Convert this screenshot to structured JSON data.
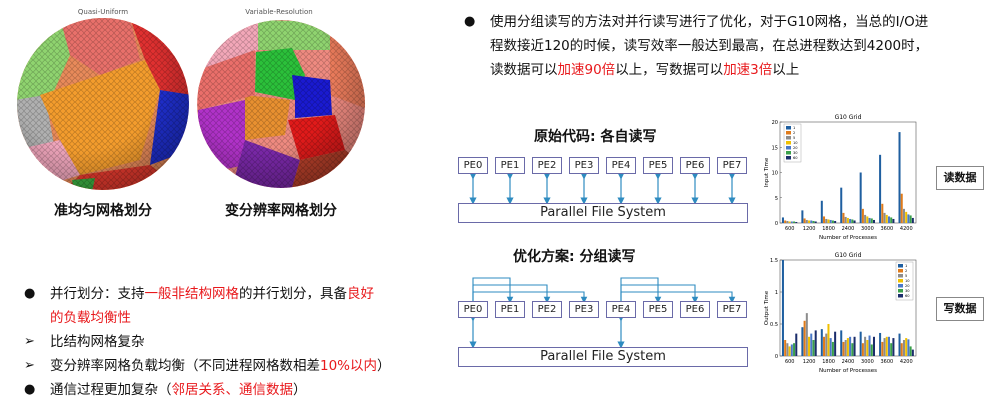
{
  "spheres": {
    "left_title": "Quasi-Uniform",
    "right_title": "Variable-Resolution",
    "left_caption": "准均匀网格划分",
    "right_caption": "变分辨率网格划分"
  },
  "top_paragraph": {
    "p1": "使用分组读写的方法对并行读写进行了优化，对于G10网格，当总的I/O进",
    "p2": "程数接近120的时候，读写效率一般达到最高，在总进程数达到4200时，",
    "p3a": "读数据可以",
    "p3b": "加速90倍",
    "p3c": "以上，写数据可以",
    "p3d": "加速3倍",
    "p3e": "以上"
  },
  "bottom_bullets": {
    "b1a": "并行划分：支持",
    "b1b": "一般非结构网格",
    "b1c": "的并行划分，具备",
    "b1d": "良好",
    "b1e": "的负载均衡性",
    "b2": "比结构网格复杂",
    "b3a": "变分辨率网格负载均衡（不同进程网格数相差",
    "b3b": "10%以内",
    "b3c": "）",
    "b4a": "通信过程更加复杂（",
    "b4b": "邻居关系、通信数据",
    "b4c": "）"
  },
  "diagram1": {
    "title": "原始代码: 各自读写",
    "pes": [
      "PE0",
      "PE1",
      "PE2",
      "PE3",
      "PE4",
      "PE5",
      "PE6",
      "PE7"
    ],
    "fs": "Parallel File System"
  },
  "diagram2": {
    "title": "优化方案: 分组读写",
    "pes": [
      "PE0",
      "PE1",
      "PE2",
      "PE3",
      "PE4",
      "PE5",
      "PE6",
      "PE7"
    ],
    "fs": "Parallel File System"
  },
  "side_labels": {
    "read": "读数据",
    "write": "写数据"
  },
  "colors": {
    "accent_red": "#e8191c",
    "box_border": "#6a6aa8",
    "arrow_blue": "#2e8bc0"
  },
  "chart_data": [
    {
      "type": "bar",
      "title": "G10 Grid",
      "xlabel": "Number of Processes",
      "ylabel": "Input Time",
      "categories": [
        "600",
        "1200",
        "1800",
        "2400",
        "3000",
        "3600",
        "4200"
      ],
      "ylim": [
        0,
        20
      ],
      "yticks": [
        "0",
        "5",
        "10",
        "15",
        "20"
      ],
      "legend": [
        "1",
        "2",
        "5",
        "10",
        "20",
        "30",
        "60"
      ],
      "legend_position": "top-left",
      "series": [
        {
          "name": "1",
          "values": [
            1.1,
            2.5,
            4.4,
            7.0,
            10.0,
            13.5,
            18.0
          ]
        },
        {
          "name": "2",
          "values": [
            0.5,
            0.9,
            1.3,
            2.0,
            2.8,
            3.8,
            5.8
          ]
        },
        {
          "name": "5",
          "values": [
            0.4,
            0.6,
            0.8,
            1.2,
            1.6,
            2.0,
            2.8
          ]
        },
        {
          "name": "10",
          "values": [
            0.3,
            0.5,
            0.7,
            1.0,
            1.3,
            1.6,
            2.2
          ]
        },
        {
          "name": "20",
          "values": [
            0.3,
            0.5,
            0.6,
            0.8,
            1.0,
            1.3,
            1.7
          ]
        },
        {
          "name": "30",
          "values": [
            0.3,
            0.4,
            0.5,
            0.7,
            0.9,
            1.1,
            1.5
          ]
        },
        {
          "name": "60",
          "values": [
            0.2,
            0.3,
            0.4,
            0.5,
            0.6,
            0.8,
            1.0
          ]
        }
      ]
    },
    {
      "type": "bar",
      "title": "G10 Grid",
      "xlabel": "Number of Processes",
      "ylabel": "Output Time",
      "categories": [
        "600",
        "1200",
        "1800",
        "2400",
        "3000",
        "3600",
        "4200"
      ],
      "ylim": [
        0,
        1.5
      ],
      "yticks": [
        "0",
        "0.5",
        "1",
        "1.5"
      ],
      "legend": [
        "1",
        "2",
        "5",
        "10",
        "20",
        "30",
        "60"
      ],
      "legend_position": "top-right",
      "series": [
        {
          "name": "1",
          "values": [
            1.5,
            0.45,
            0.42,
            0.4,
            0.38,
            0.36,
            0.35
          ]
        },
        {
          "name": "2",
          "values": [
            0.25,
            0.55,
            0.3,
            0.22,
            0.2,
            0.22,
            0.2
          ]
        },
        {
          "name": "5",
          "values": [
            0.2,
            0.67,
            0.35,
            0.25,
            0.3,
            0.28,
            0.25
          ]
        },
        {
          "name": "10",
          "values": [
            0.15,
            0.3,
            0.5,
            0.28,
            0.25,
            0.3,
            0.28
          ]
        },
        {
          "name": "20",
          "values": [
            0.18,
            0.35,
            0.28,
            0.3,
            0.32,
            0.3,
            0.26
          ]
        },
        {
          "name": "30",
          "values": [
            0.2,
            0.25,
            0.22,
            0.2,
            0.18,
            0.2,
            0.15
          ]
        },
        {
          "name": "60",
          "values": [
            0.35,
            0.4,
            0.38,
            0.3,
            0.3,
            0.28,
            0.1
          ]
        }
      ]
    }
  ]
}
